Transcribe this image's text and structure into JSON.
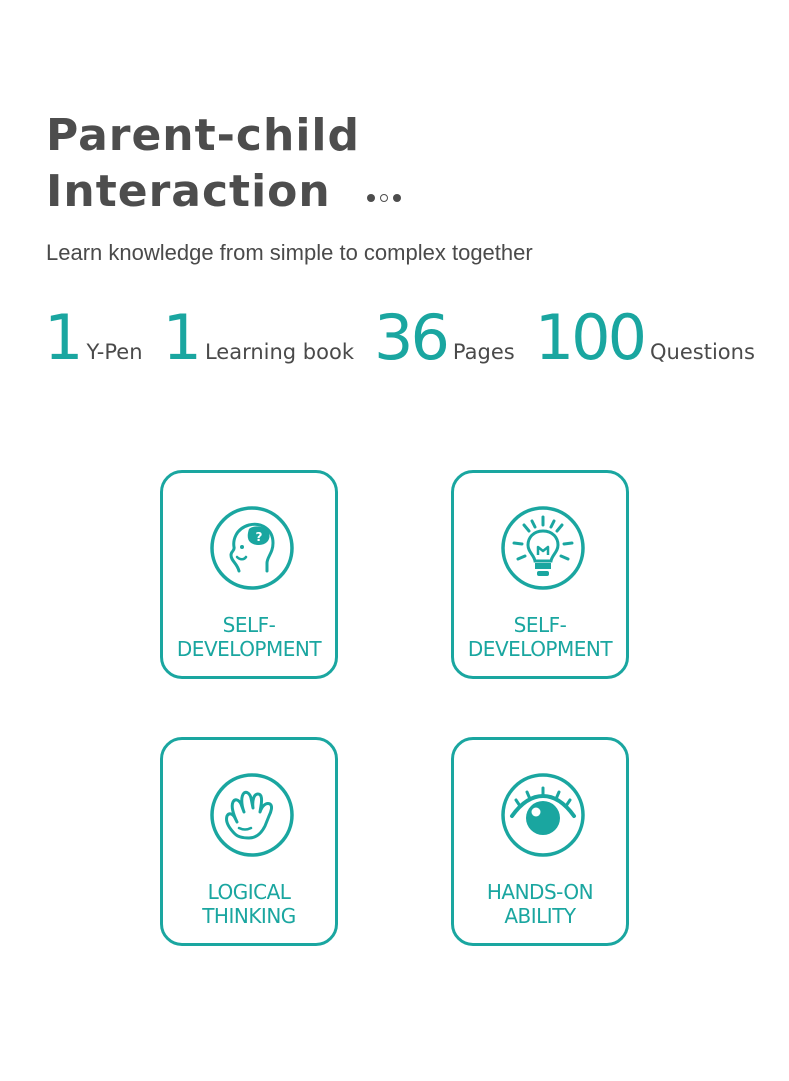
{
  "title": {
    "line1": "Parent-child",
    "line2": "Interaction"
  },
  "subtitle": "Learn knowledge from simple to complex together",
  "stats": [
    {
      "number": "1",
      "unit": "Y-Pen"
    },
    {
      "number": "1",
      "unit": "Learning book"
    },
    {
      "number": "36",
      "unit": "Pages"
    },
    {
      "number": "100",
      "unit": "Questions"
    }
  ],
  "cards": [
    {
      "icon": "thinking-head-icon",
      "label_line1": "SELF-",
      "label_line2": "DEVELOPMENT"
    },
    {
      "icon": "light-bulb-icon",
      "label_line1": "SELF-",
      "label_line2": "DEVELOPMENT"
    },
    {
      "icon": "hand-icon",
      "label_line1": "LOGICAL",
      "label_line2": "THINKING"
    },
    {
      "icon": "eye-icon",
      "label_line1": "HANDS-ON",
      "label_line2": "ABILITY"
    }
  ],
  "colors": {
    "accent": "#1aa6a0",
    "text": "#4d4d4d"
  }
}
